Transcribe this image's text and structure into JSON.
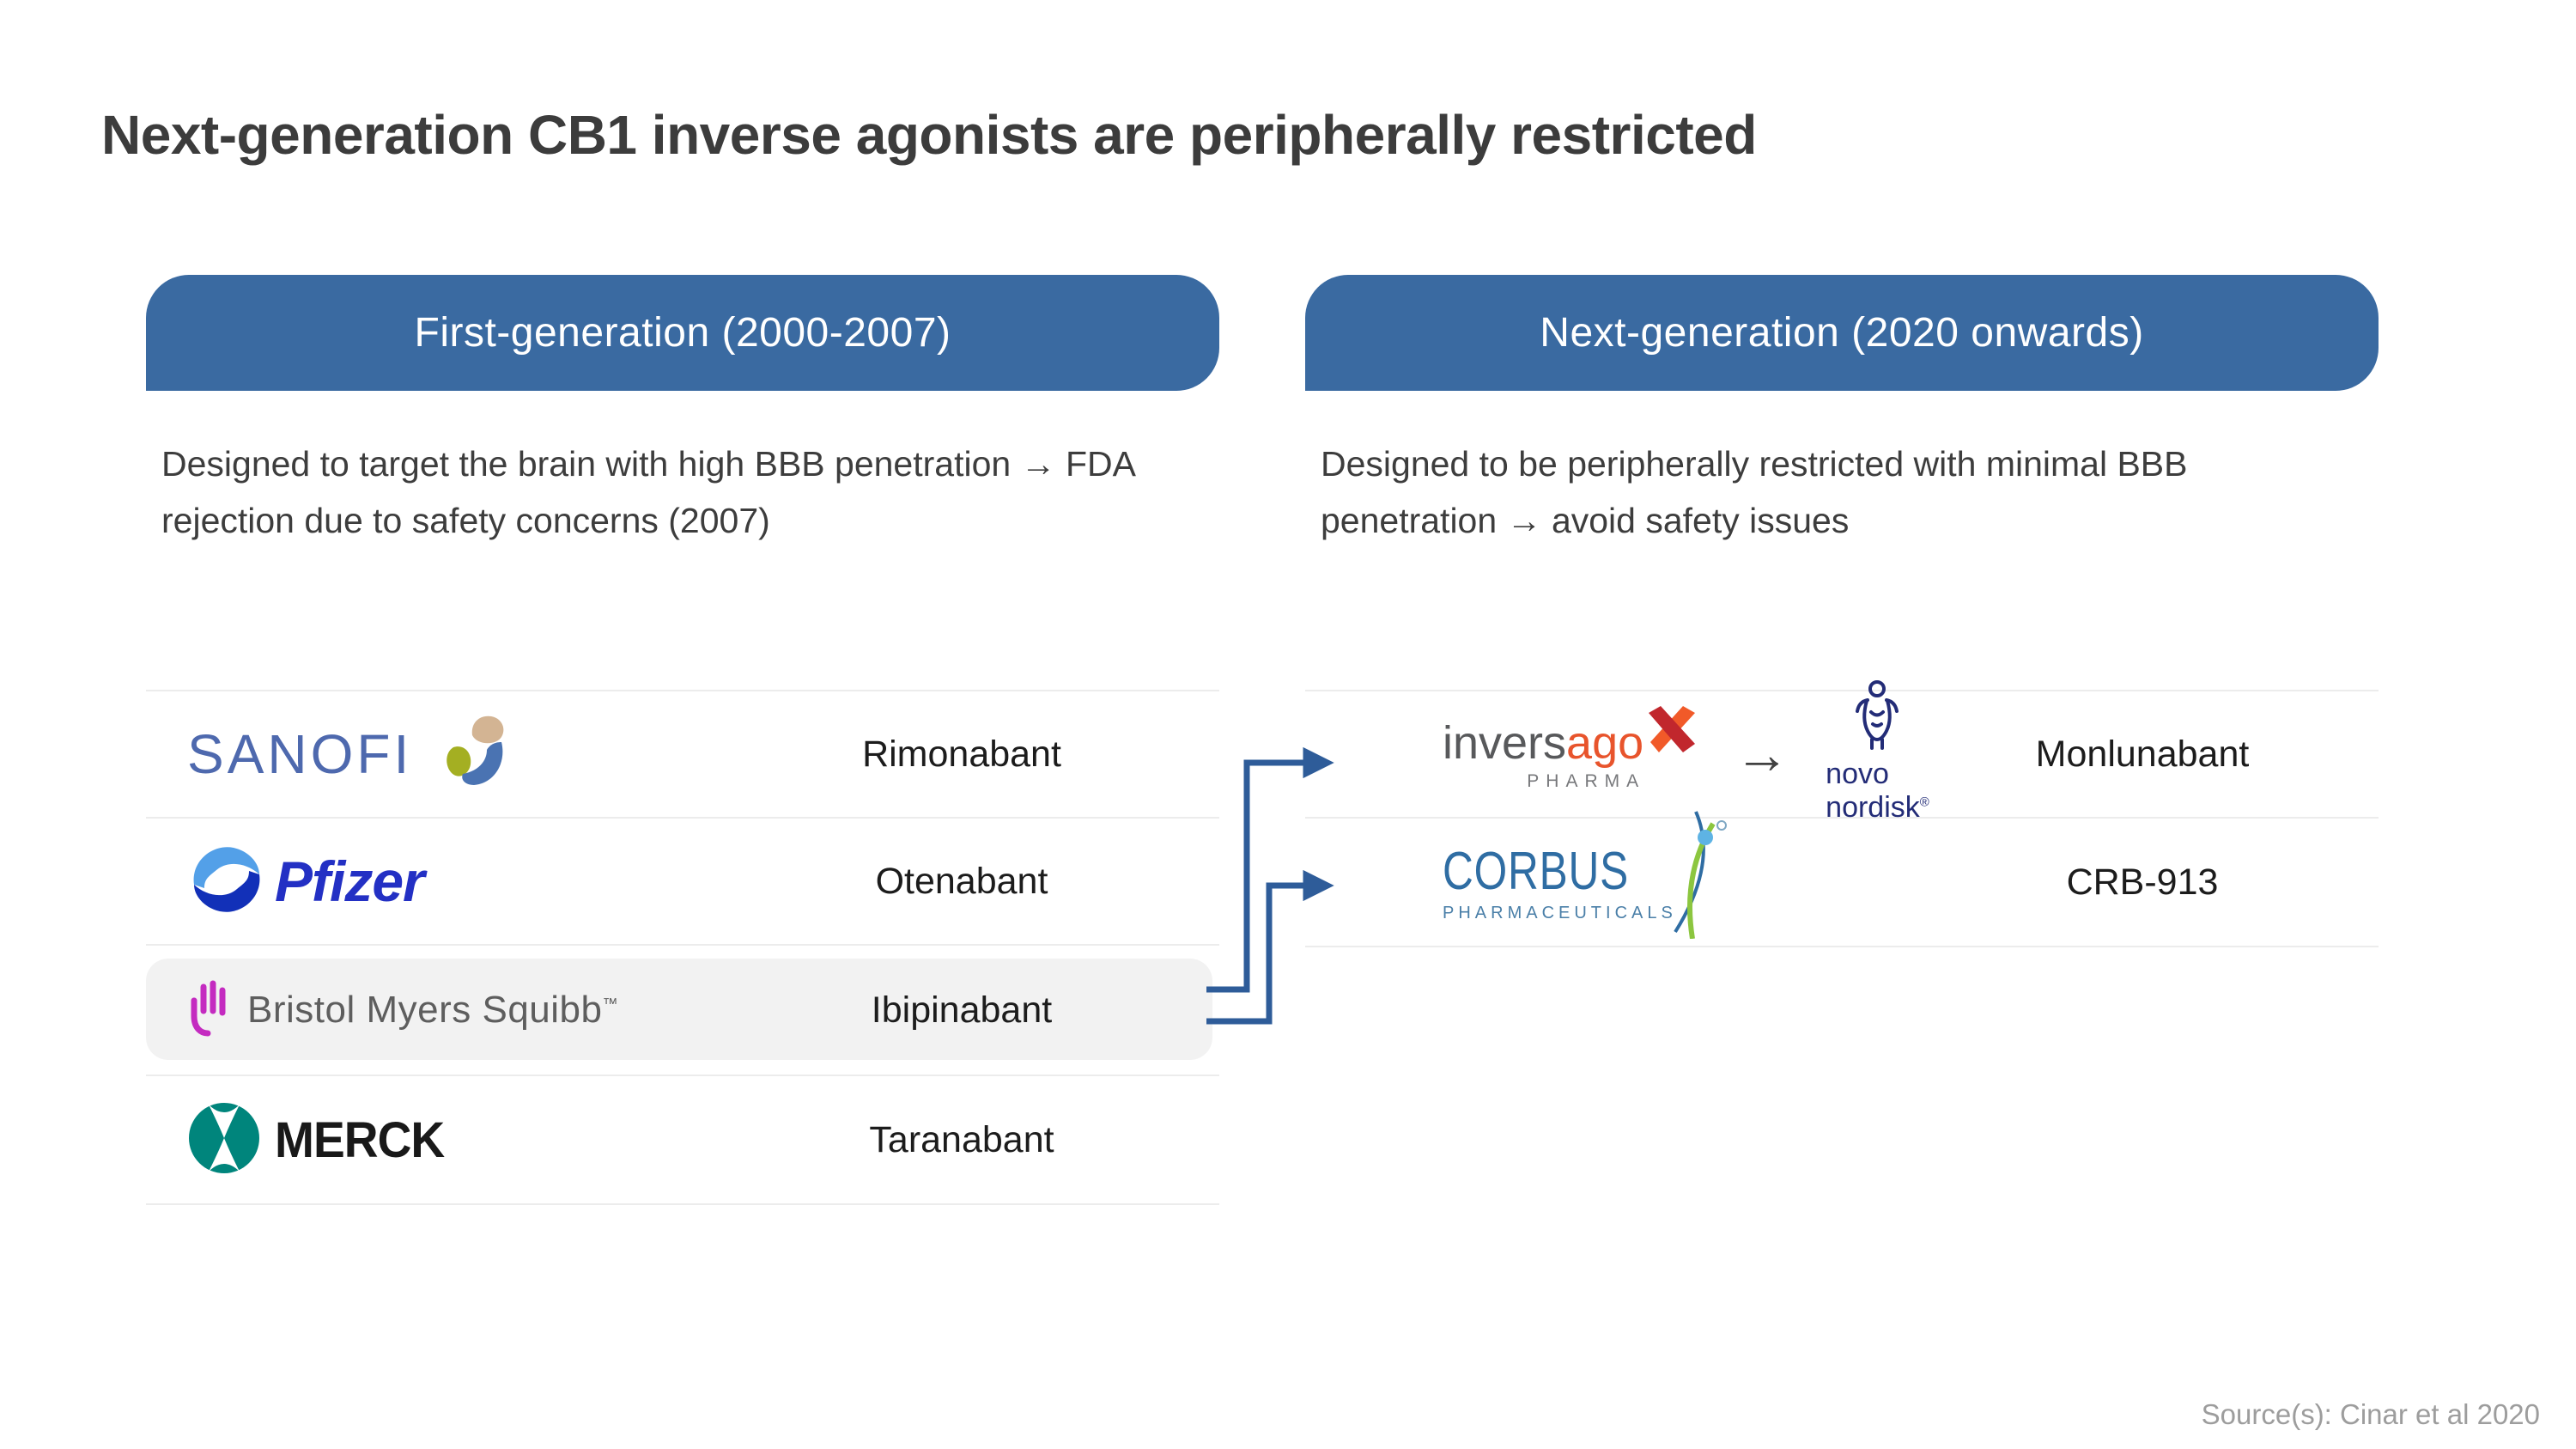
{
  "slide": {
    "title": "Next-generation CB1 inverse agonists are peripherally restricted",
    "source": "Source(s): Cinar et al 2020"
  },
  "first_gen": {
    "header": "First-generation (2000-2007)",
    "description": "Designed to target the brain with high BBB penetration → FDA rejection due to safety concerns (2007)",
    "rows": [
      {
        "company": "Sanofi",
        "drug": "Rimonabant"
      },
      {
        "company": "Pfizer",
        "drug": "Otenabant"
      },
      {
        "company": "Bristol Myers Squibb",
        "drug": "Ibipinabant",
        "highlighted": true
      },
      {
        "company": "Merck",
        "drug": "Taranabant"
      }
    ]
  },
  "next_gen": {
    "header": "Next-generation (2020 onwards)",
    "description": "Designed to be peripherally restricted with minimal BBB penetration → avoid safety issues",
    "rows": [
      {
        "companies": [
          "Inversago Pharma",
          "Novo Nordisk"
        ],
        "drug": "Monlunabant"
      },
      {
        "company": "Corbus Pharmaceuticals",
        "drug": "CRB-913"
      }
    ]
  },
  "logos": {
    "sanofi": "SANOFI",
    "pfizer": "Pfizer",
    "bms": "Bristol Myers Squibb",
    "bms_tm": "™",
    "merck": "MERCK",
    "inversago_gray": "invers",
    "inversago_orange": "ago",
    "inversago_sub": "PHARMA",
    "novo": "novo nordisk",
    "novo_reg": "®",
    "corbus": "CORBUS",
    "corbus_sub": "PHARMACEUTICALS",
    "transfer_arrow": "→"
  },
  "colors": {
    "header_blue": "#3a6aa1",
    "connector_blue": "#2e5c99",
    "divider_gray": "#ececec",
    "highlight_gray": "#f2f2f2",
    "title_gray": "#3c3c3c",
    "source_gray": "#9d9d9d",
    "sanofi_blue": "#4e69ae",
    "pfizer_blue": "#2330c4",
    "bms_magenta": "#c42bc0",
    "merck_teal": "#00857c",
    "inversago_orange": "#e8542c",
    "novo_navy": "#232c77",
    "corbus_blue": "#2f6da3",
    "corbus_green": "#8cc63f"
  }
}
